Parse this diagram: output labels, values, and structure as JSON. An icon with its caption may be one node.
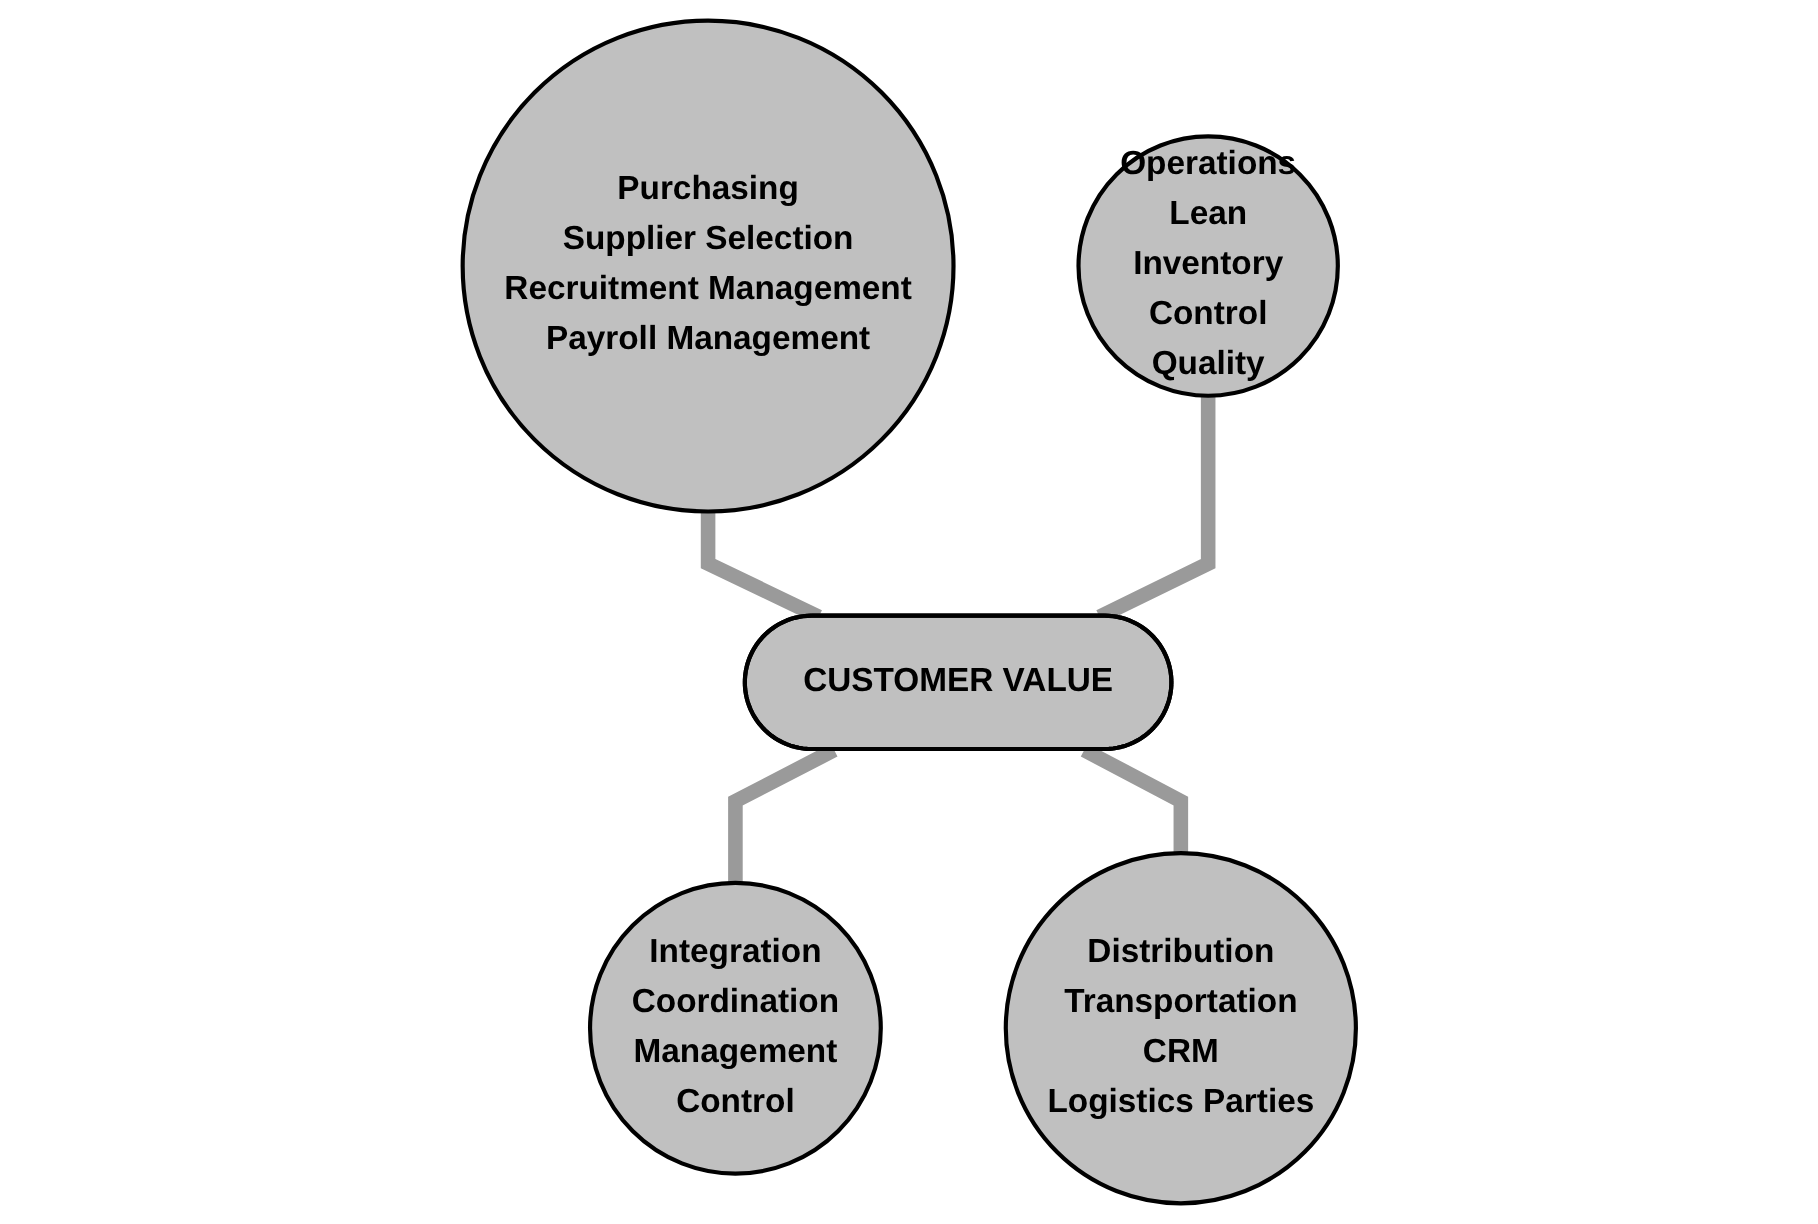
{
  "diagram": {
    "nodes": [
      {
        "text": [
          "Purchasing",
          "Supplier Selection",
          "Recruitment Management",
          "Payroll Management"
        ]
      },
      {
        "text": [
          "Operations",
          "Lean",
          "Inventory",
          "Control",
          "Quality"
        ]
      },
      {
        "text": [
          "CUSTOMER VALUE"
        ]
      },
      {
        "text": [
          "Integration",
          "Coordination",
          "Management",
          "Control"
        ]
      },
      {
        "text": [
          "Distribution",
          "Transportation",
          "CRM",
          "Logistics Parties"
        ]
      }
    ],
    "edges": [
      {
        "from": 0,
        "to": 2,
        "arrow": "none"
      },
      {
        "from": 1,
        "to": 2,
        "arrow": "none"
      },
      {
        "from": 2,
        "to": 3,
        "arrow": "none"
      },
      {
        "from": 2,
        "to": 4,
        "arrow": "none"
      }
    ]
  }
}
